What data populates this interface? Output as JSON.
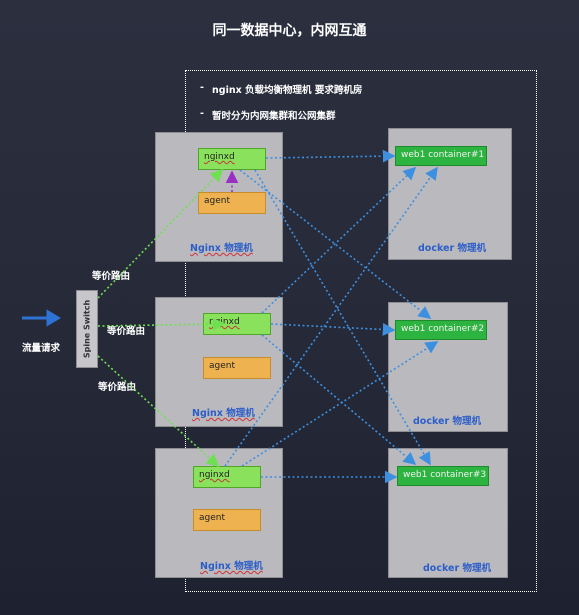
{
  "title": "同一数据中心，内网互通",
  "notes": [
    "nginx 负载均衡物理机 要求跨机房",
    "暂时分为内网集群和公网集群"
  ],
  "nginx_hosts": [
    {
      "label": "Nginx 物理机",
      "proc": "nginxd",
      "agent": "agent"
    },
    {
      "label": "Nginx 物理机",
      "proc": "nginxd",
      "agent": "agent"
    },
    {
      "label": "Nginx 物理机",
      "proc": "nginxd",
      "agent": "agent"
    }
  ],
  "docker_hosts": [
    {
      "label": "docker 物理机",
      "container": "web1  container#1"
    },
    {
      "label": "docker 物理机",
      "container": "web1  container#2"
    },
    {
      "label": "docker 物理机",
      "container": "web1 container#3"
    }
  ],
  "spine_switch": "Spine Switch",
  "ecmp_labels": [
    "等价路由",
    "等价路由",
    "等价路由"
  ],
  "traffic_label": "流量请求",
  "colors": {
    "background": "#262a38",
    "server": "#b9b9be",
    "nginxd": "#8ae25c",
    "agent": "#eeb251",
    "container": "#2db33f",
    "link_blue": "#3d8fe0",
    "link_green": "#6fe052",
    "link_purple": "#9a2fc4",
    "label_blue": "#2d5ec8"
  }
}
